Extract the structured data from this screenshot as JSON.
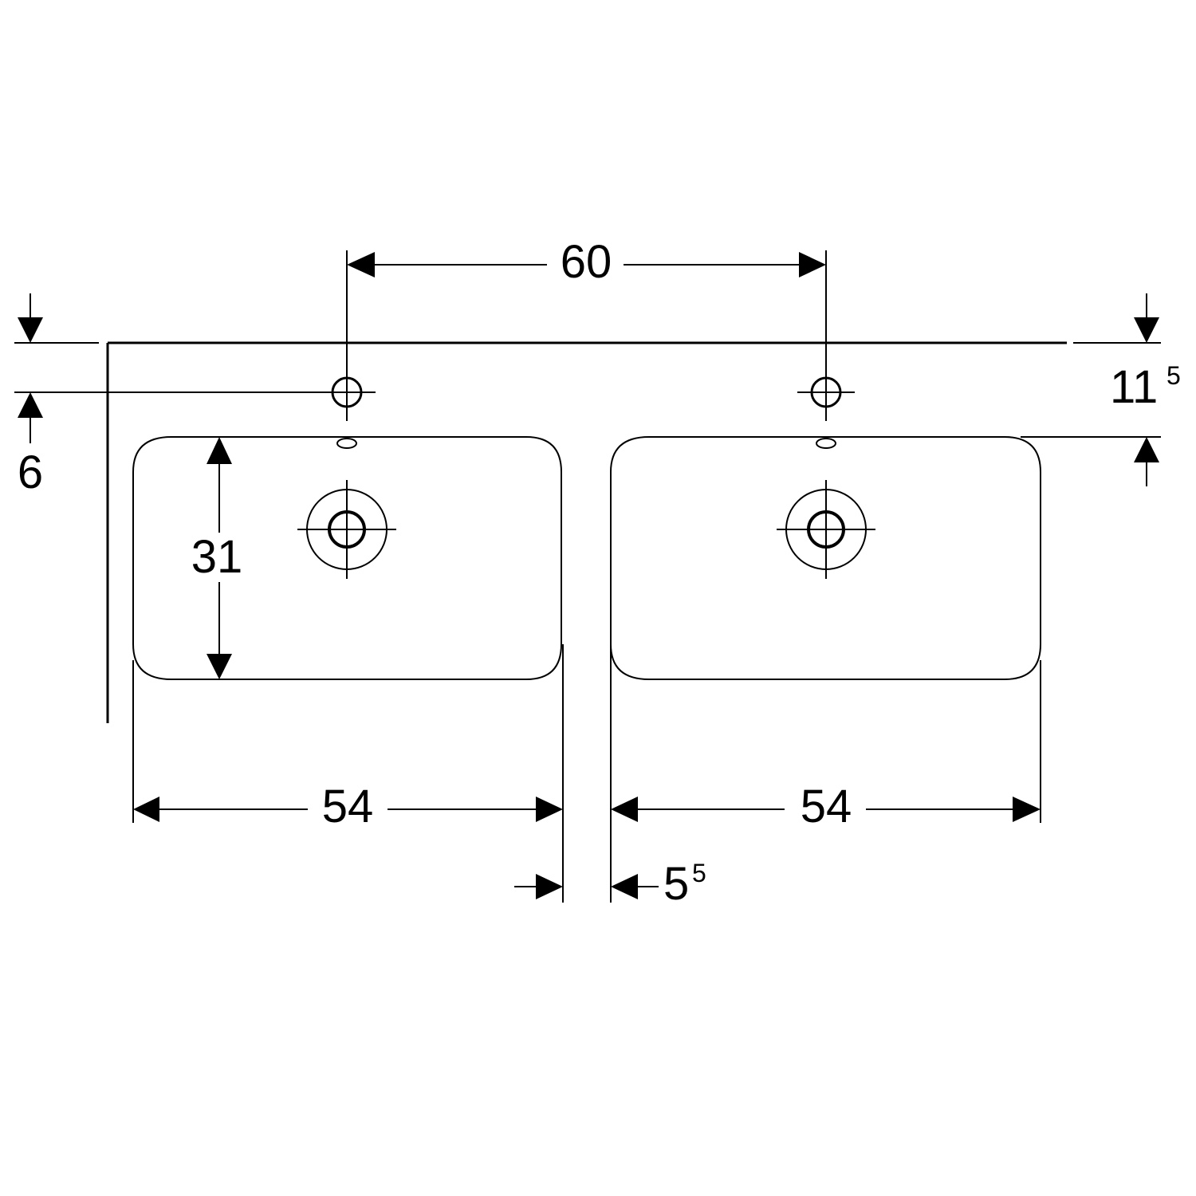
{
  "drawing": {
    "line_color": "#000000",
    "background": "#ffffff"
  },
  "dimensions": {
    "tap_hole_spacing": "60",
    "basin_depth": "31",
    "rear_to_tap_hole": "6",
    "rear_to_basin_main": "11",
    "rear_to_basin_sup": "5",
    "basin_width_left": "54",
    "basin_width_right": "54",
    "basin_gap_main": "5",
    "basin_gap_sup": "5"
  }
}
